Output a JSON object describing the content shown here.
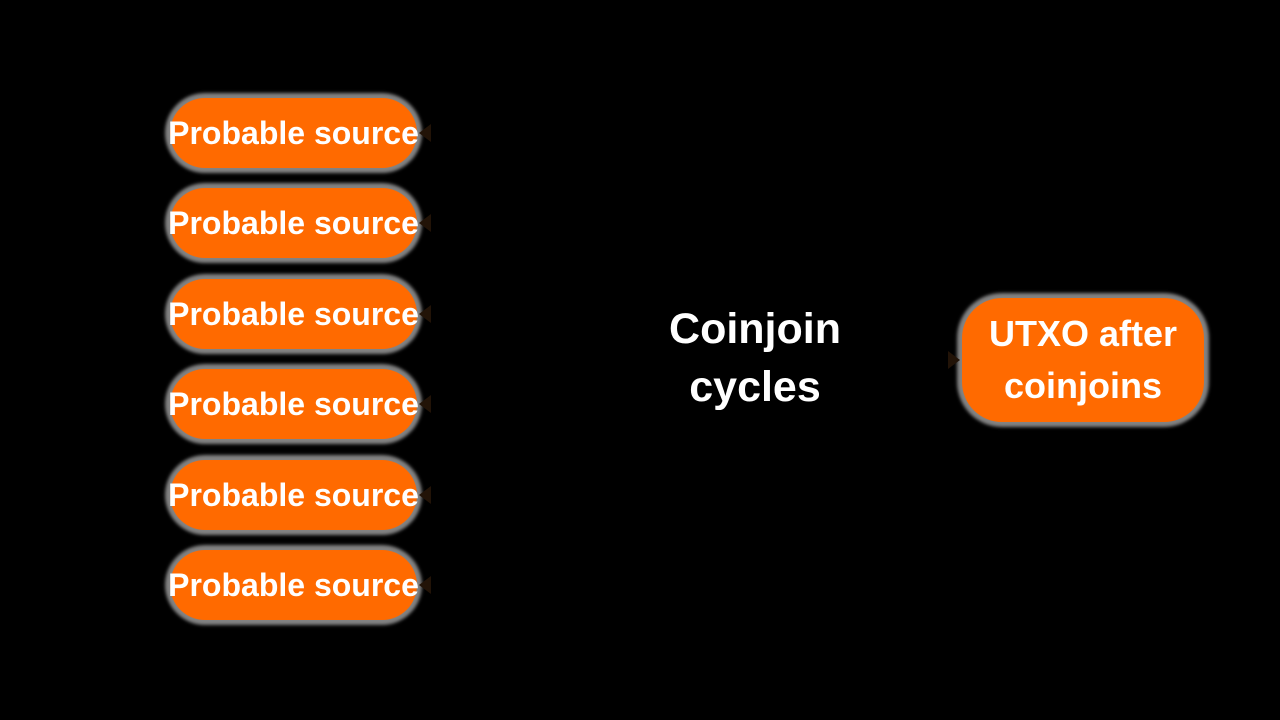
{
  "diagram": {
    "colors": {
      "background": "#000000",
      "node_fill": "#ff6a00",
      "node_halo": "#828282",
      "text": "#ffffff",
      "connector": "#221307"
    },
    "source_nodes": [
      {
        "label": "Probable source"
      },
      {
        "label": "Probable source"
      },
      {
        "label": "Probable source"
      },
      {
        "label": "Probable source"
      },
      {
        "label": "Probable source"
      },
      {
        "label": "Probable source"
      }
    ],
    "center_label": {
      "line1": "Coinjoin",
      "line2": "cycles"
    },
    "result_node": {
      "line1": "UTXO after",
      "line2": "coinjoins"
    }
  }
}
